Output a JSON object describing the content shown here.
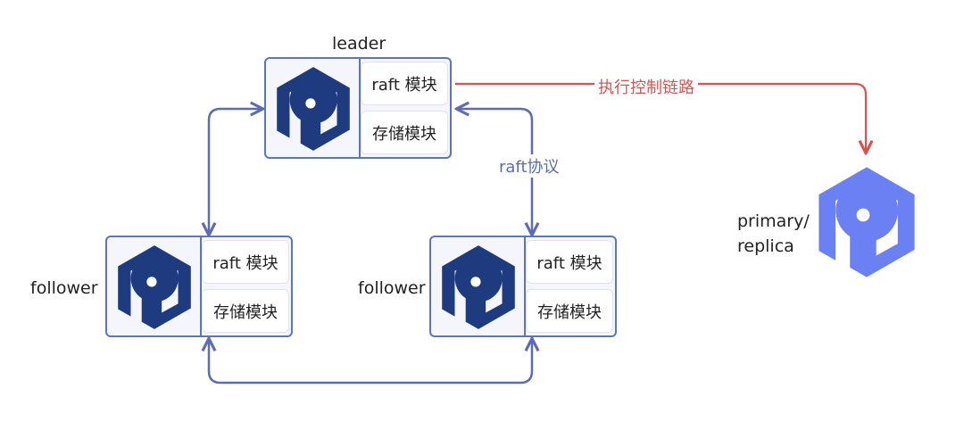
{
  "labels": {
    "leader": "leader",
    "follower_left": "follower",
    "follower_right": "follower",
    "primary_replica_1": "primary/",
    "primary_replica_2": "replica"
  },
  "modules": {
    "raft": "raft 模块",
    "storage": "存储模块"
  },
  "edges": {
    "control_link": "执行控制链路",
    "raft_protocol": "raft协议"
  },
  "colors": {
    "node_border": "#5b77b9",
    "logo_dark": "#1f3b7f",
    "logo_light": "#6b80f2",
    "control_arrow": "#d9534f",
    "raft_arrow": "#5b6cb5"
  }
}
